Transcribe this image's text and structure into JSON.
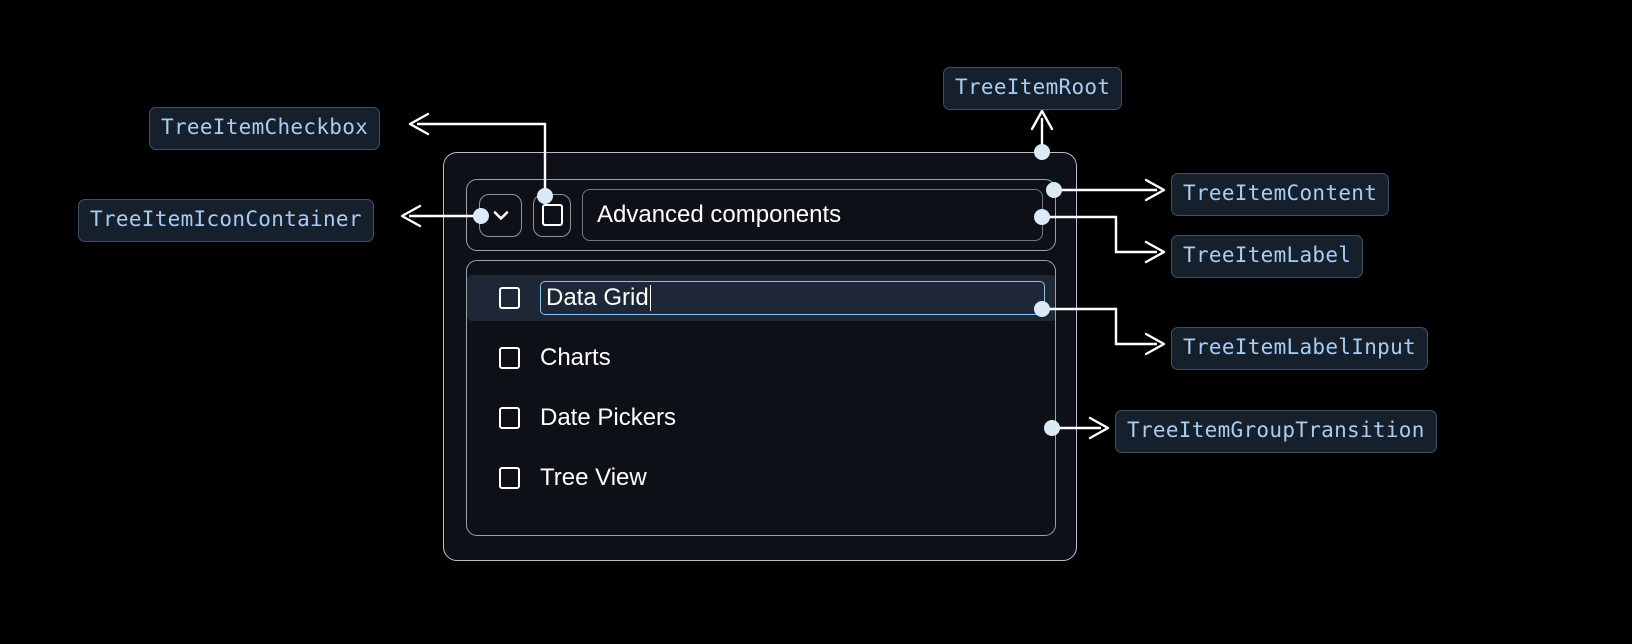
{
  "annotations": [
    {
      "id": "tree-item-checkbox",
      "label": "TreeItemCheckbox"
    },
    {
      "id": "tree-item-icon-container",
      "label": "TreeItemIconContainer"
    },
    {
      "id": "tree-item-root",
      "label": "TreeItemRoot"
    },
    {
      "id": "tree-item-content",
      "label": "TreeItemContent"
    },
    {
      "id": "tree-item-label",
      "label": "TreeItemLabel"
    },
    {
      "id": "tree-item-label-input",
      "label": "TreeItemLabelInput"
    },
    {
      "id": "tree-item-group-transition",
      "label": "TreeItemGroupTransition"
    }
  ],
  "tree": {
    "root": {
      "label": "Advanced components",
      "expanded": true,
      "checked": false,
      "expand_icon": "chevron-down-icon",
      "checkbox_icon": "checkbox-unchecked-icon"
    },
    "children": [
      {
        "label": "Data Grid",
        "checked": false,
        "editing": true,
        "selected": true
      },
      {
        "label": "Charts",
        "checked": false,
        "editing": false,
        "selected": false
      },
      {
        "label": "Date Pickers",
        "checked": false,
        "editing": false,
        "selected": false
      },
      {
        "label": "Tree View",
        "checked": false,
        "editing": false,
        "selected": false
      }
    ]
  },
  "colors": {
    "page_background": "#000000",
    "card_background": "#0d1117",
    "card_border": "#b9bec6",
    "inner_border": "#9aa2ad",
    "selected_row": "#1d2735",
    "input_border": "#8ec2ea",
    "chip_background": "#161f2c",
    "chip_border": "#3f5068",
    "chip_text": "#a9cdf2",
    "connector": "#ffffff",
    "connector_dot": "#dce9f7",
    "body_text": "#ffffff"
  }
}
